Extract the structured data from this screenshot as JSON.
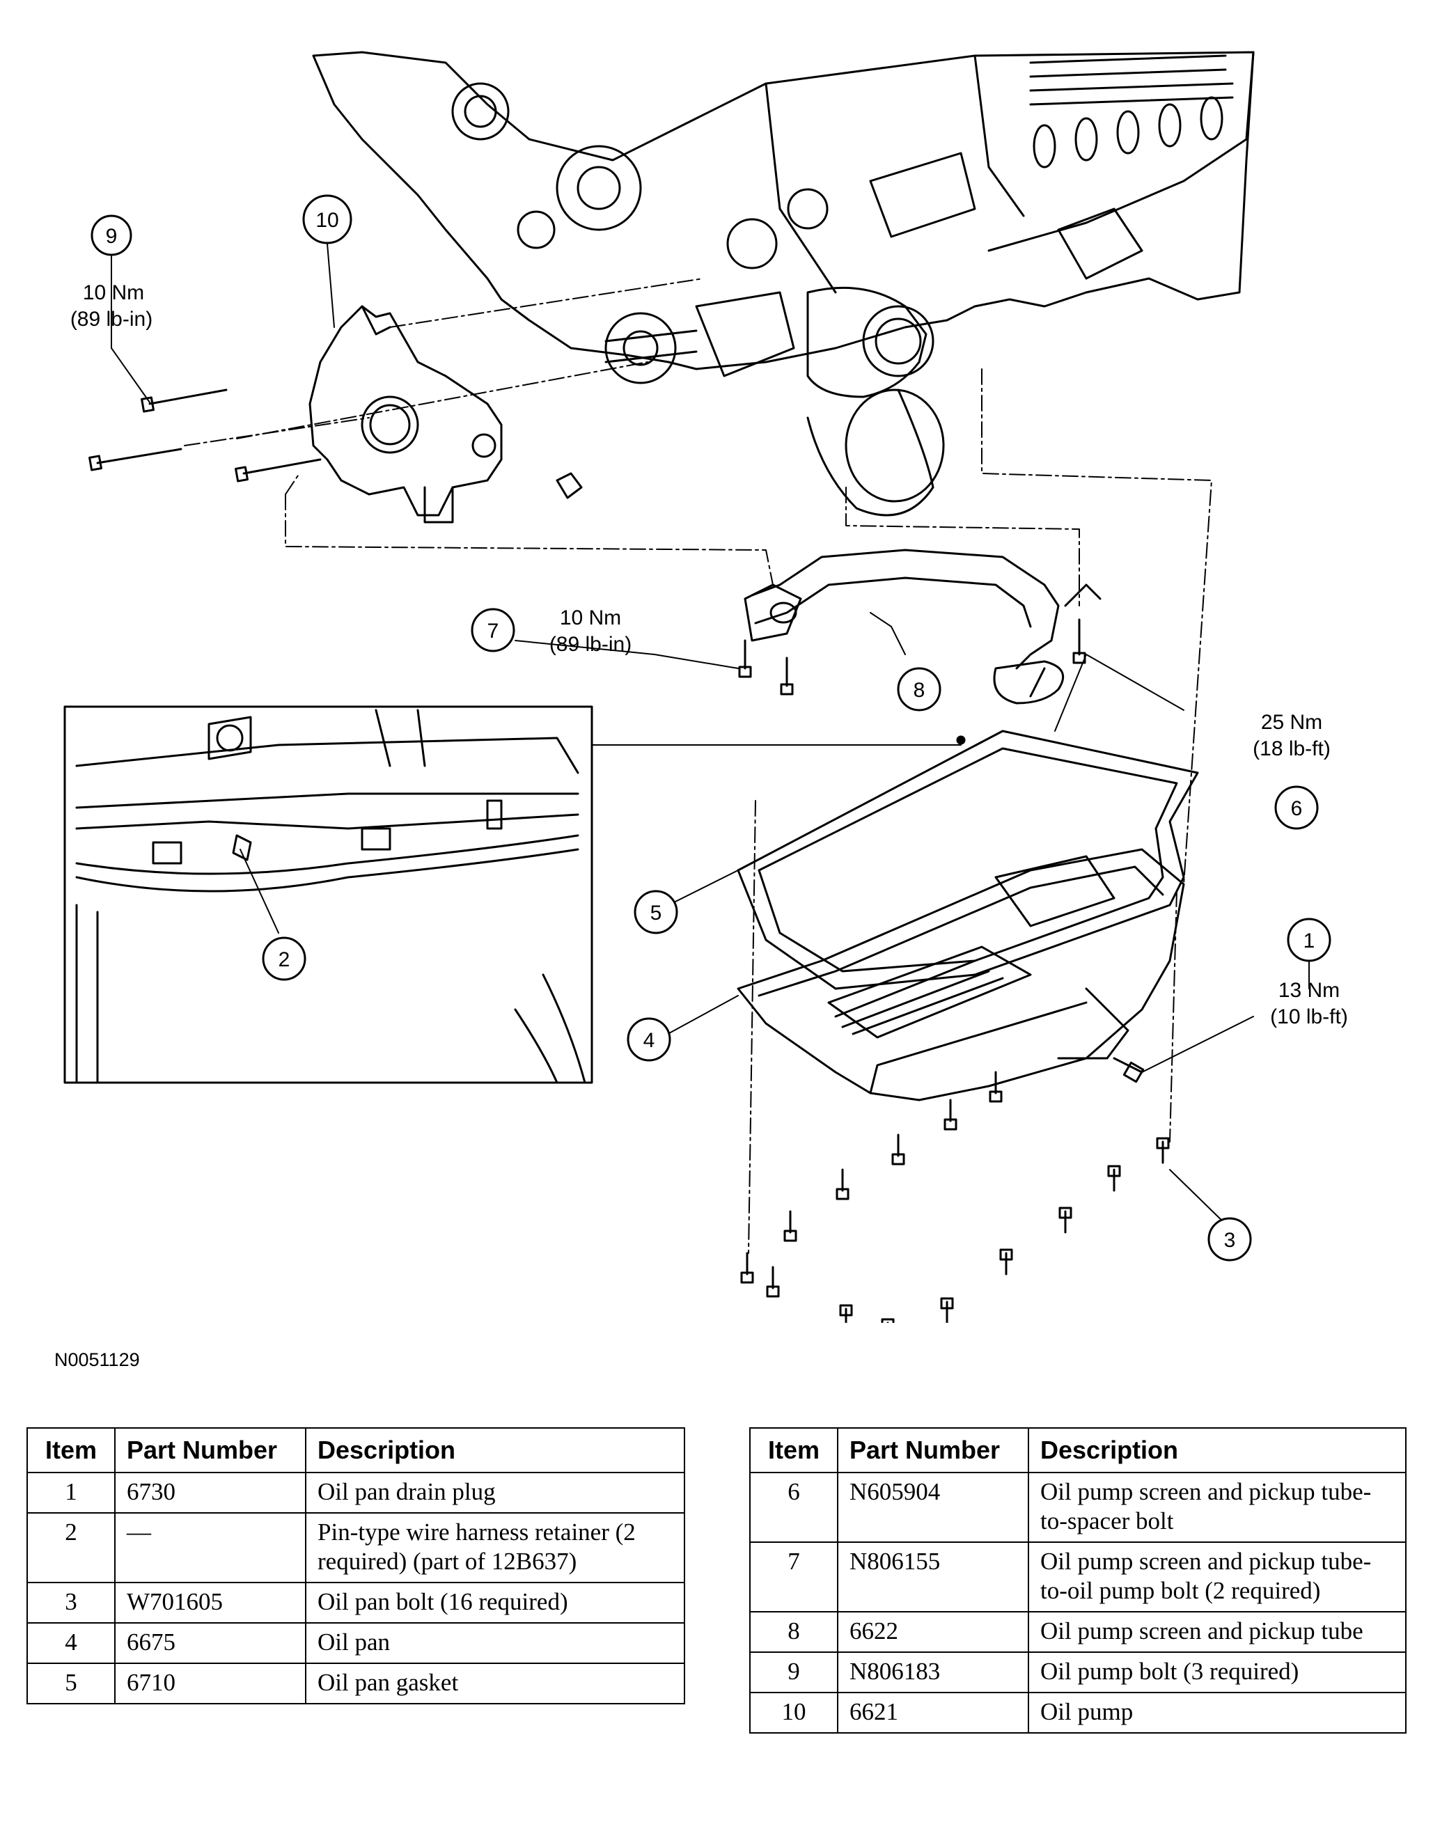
{
  "figure_id": "N0051129",
  "callouts": [
    {
      "num": "1",
      "torque_nm": "13 Nm",
      "torque_imperial": "(10 lb-ft)"
    },
    {
      "num": "2"
    },
    {
      "num": "3"
    },
    {
      "num": "4"
    },
    {
      "num": "5"
    },
    {
      "num": "6",
      "torque_nm": "25 Nm",
      "torque_imperial": "(18 lb-ft)"
    },
    {
      "num": "7",
      "torque_nm": "10 Nm",
      "torque_imperial": "(89 lb-in)"
    },
    {
      "num": "8"
    },
    {
      "num": "9",
      "torque_nm": "10 Nm",
      "torque_imperial": "(89 lb-in)"
    },
    {
      "num": "10"
    }
  ],
  "table_headers": {
    "item": "Item",
    "part_number": "Part Number",
    "description": "Description"
  },
  "parts_left": [
    {
      "item": "1",
      "part_number": "6730",
      "description": "Oil pan drain plug"
    },
    {
      "item": "2",
      "part_number": "—",
      "description": "Pin-type wire harness retainer (2 required) (part of 12B637)"
    },
    {
      "item": "3",
      "part_number": "W701605",
      "description": "Oil pan bolt (16 required)"
    },
    {
      "item": "4",
      "part_number": "6675",
      "description": "Oil pan"
    },
    {
      "item": "5",
      "part_number": "6710",
      "description": "Oil pan gasket"
    }
  ],
  "parts_right": [
    {
      "item": "6",
      "part_number": "N605904",
      "description": "Oil pump screen and pickup tube-to-spacer bolt"
    },
    {
      "item": "7",
      "part_number": "N806155",
      "description": "Oil pump screen and pickup tube-to-oil pump bolt (2 required)"
    },
    {
      "item": "8",
      "part_number": "6622",
      "description": "Oil pump screen and pickup tube"
    },
    {
      "item": "9",
      "part_number": "N806183",
      "description": "Oil pump bolt (3 required)"
    },
    {
      "item": "10",
      "part_number": "6621",
      "description": "Oil pump"
    }
  ]
}
